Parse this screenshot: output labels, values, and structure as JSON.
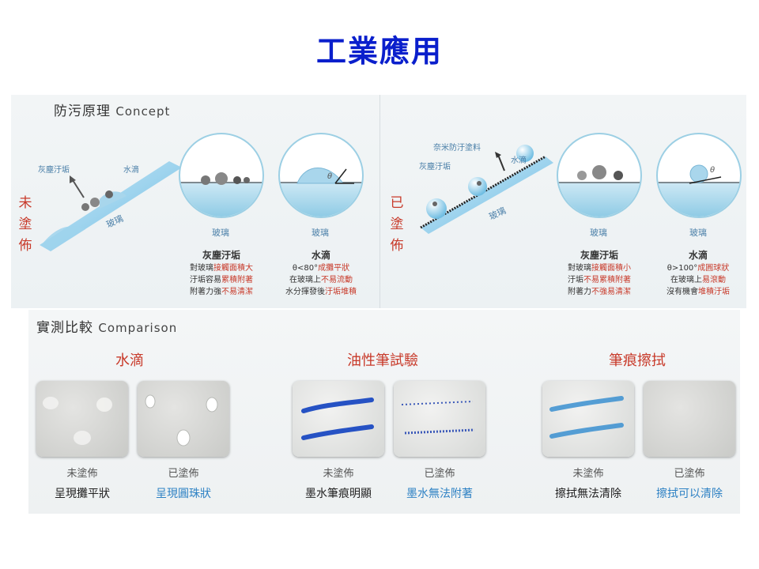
{
  "page_title": "工業應用",
  "concept": {
    "heading": "防污原理",
    "heading_en": "Concept",
    "left": {
      "side_label": [
        "未",
        "塗",
        "佈"
      ],
      "dust_label": "灰塵汙垢",
      "water_label": "水滴",
      "glass_label": "玻璃",
      "circle1_glass": "玻璃",
      "circle2_glass": "玻璃",
      "circle2_theta": "θ",
      "caption1": {
        "title": "灰塵汙垢",
        "l1a": "對玻璃",
        "l1b": "接觸面積大",
        "l2a": "汙垢容易",
        "l2b": "累積附著",
        "l3a": "附著力強",
        "l3b": "不易清潔"
      },
      "caption2": {
        "title": "水滴",
        "l1a": "θ<80°",
        "l1b": "成攤平狀",
        "l2a": "在玻璃上",
        "l2b": "不易流動",
        "l3a": "水分揮發後",
        "l3b": "汙垢堆積"
      }
    },
    "right": {
      "side_label": [
        "已",
        "塗",
        "佈"
      ],
      "coat_label": "奈米防汙塗料",
      "dust_label": "灰塵汙垢",
      "water_label": "水滴",
      "glass_label": "玻璃",
      "circle1_glass": "玻璃",
      "circle2_glass": "玻璃",
      "circle2_theta": "θ",
      "caption1": {
        "title": "灰塵汙垢",
        "l1a": "對玻璃",
        "l1b": "接觸面積小",
        "l2a": "汙垢",
        "l2b": "不易累積附著",
        "l3a": "附著力",
        "l3b": "不強易清潔"
      },
      "caption2": {
        "title": "水滴",
        "l1a": "θ>100°",
        "l1b": "成圓球狀",
        "l2a": "在玻璃上",
        "l2b": "易滾動",
        "l3a": "沒有機會",
        "l3b": "堆積汙垢"
      }
    }
  },
  "comparison": {
    "heading": "實測比較",
    "heading_en": "Comparison",
    "groups": [
      {
        "title": "水滴",
        "left_sub": "未塗佈",
        "right_sub": "已塗佈",
        "left_result": "呈現攤平狀",
        "right_result": "呈現圓珠狀"
      },
      {
        "title": "油性筆試驗",
        "left_sub": "未塗佈",
        "right_sub": "已塗佈",
        "left_result": "墨水筆痕明顯",
        "right_result": "墨水無法附著"
      },
      {
        "title": "筆痕擦拭",
        "left_sub": "未塗佈",
        "right_sub": "已塗佈",
        "left_result": "擦拭無法清除",
        "right_result": "擦拭可以清除"
      }
    ]
  },
  "colors": {
    "title": "#0a1fcc",
    "accent_red": "#c83a2a",
    "accent_blue": "#2e82c4",
    "water": "#8fcbe5"
  }
}
